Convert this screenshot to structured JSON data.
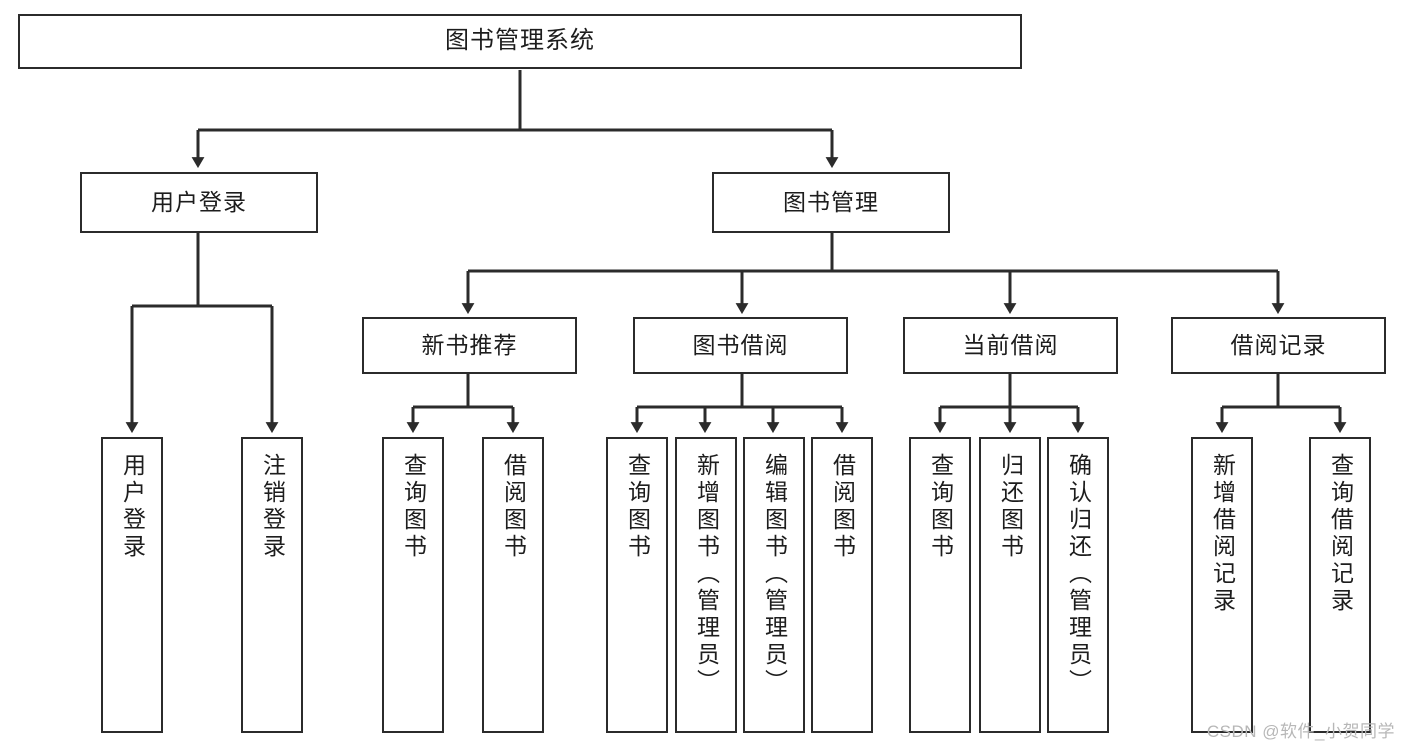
{
  "diagram": {
    "title": "图书管理系统",
    "type": "tree-hierarchy-chart",
    "stroke_color": "#2b2b2b",
    "fill_color": "#ffffff",
    "text_color": "#1d1d1d"
  },
  "root": {
    "label": "图书管理系统"
  },
  "level1": [
    {
      "label": "用户登录"
    },
    {
      "label": "图书管理"
    }
  ],
  "level2": [
    {
      "label": "新书推荐"
    },
    {
      "label": "图书借阅"
    },
    {
      "label": "当前借阅"
    },
    {
      "label": "借阅记录"
    }
  ],
  "leaves": {
    "user_login": [
      {
        "label": "用户登录"
      },
      {
        "label": "注销登录"
      }
    ],
    "new_book": [
      {
        "label": "查询图书"
      },
      {
        "label": "借阅图书"
      }
    ],
    "book_borrow": [
      {
        "label": "查询图书"
      },
      {
        "label": "新增图书（管理员）"
      },
      {
        "label": "编辑图书（管理员）"
      },
      {
        "label": "借阅图书"
      }
    ],
    "current_borrow": [
      {
        "label": "查询图书"
      },
      {
        "label": "归还图书"
      },
      {
        "label": "确认归还（管理员）"
      }
    ],
    "borrow_record": [
      {
        "label": "新增借阅记录"
      },
      {
        "label": "查询借阅记录"
      }
    ]
  },
  "watermark": {
    "text": "CSDN @软件_小贺同学"
  }
}
